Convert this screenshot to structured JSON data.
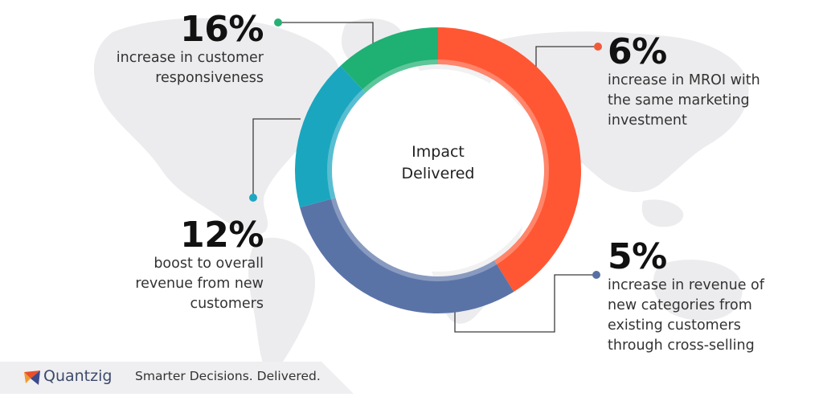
{
  "center": {
    "line1": "Impact",
    "line2": "Delivered"
  },
  "stats": {
    "s16": {
      "value": "16%",
      "line1": "increase in customer",
      "line2": "responsiveness",
      "color": "#27b074"
    },
    "s6": {
      "value": "6%",
      "line1": "increase in MROI with",
      "line2": "the same marketing",
      "line3": "investment",
      "color": "#f05a3a"
    },
    "s12": {
      "value": "12%",
      "line1": "boost to overall",
      "line2": "revenue from new",
      "line3": "customers",
      "color": "#1fa7c2"
    },
    "s5": {
      "value": "5%",
      "line1": "increase in revenue of",
      "line2": "new categories from",
      "line3": "existing customers",
      "line4": "through cross-selling",
      "color": "#5770a3"
    }
  },
  "footer": {
    "logo": "Quantzig",
    "tagline": "Smarter Decisions. Delivered."
  },
  "colors": {
    "orange": "#ff5733",
    "blue": "#5a73a7",
    "teal": "#1aa6bf",
    "green": "#1fb073",
    "map": "#ebebed"
  }
}
